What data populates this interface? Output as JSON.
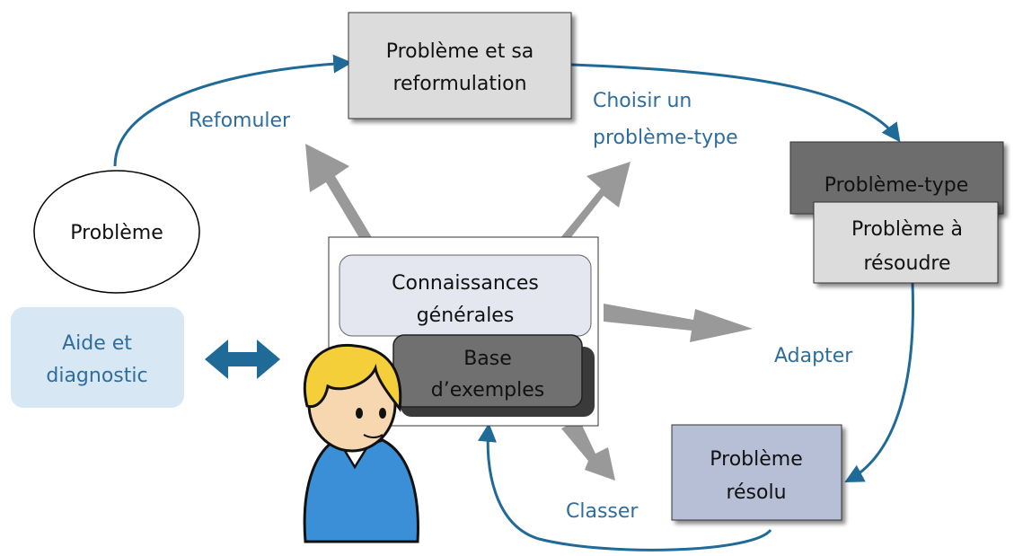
{
  "diagram": {
    "nodes": {
      "probleme": "Problème",
      "reformulation_line1": "Problème et sa",
      "reformulation_line2": "reformulation",
      "probleme_type": "Problème-type",
      "a_resoudre_line1": "Problème à",
      "a_resoudre_line2": "résoudre",
      "resolu_line1": "Problème",
      "resolu_line2": "résolu",
      "connaissances_line1": "Connaissances",
      "connaissances_line2": "générales",
      "base_line1": "Base",
      "base_line2": "d’exemples",
      "aide_line1": "Aide et",
      "aide_line2": "diagnostic"
    },
    "edge_labels": {
      "refomuler": "Refomuler",
      "choisir_line1": "Choisir un",
      "choisir_line2": "problème-type",
      "adapter": "Adapter",
      "classer": "Classer"
    },
    "colors": {
      "arrow_blue": "#1f6a96",
      "label_blue": "#2f6d9c",
      "gray_arrow": "#999999",
      "light_box": "#dcdcdc",
      "dark_box": "#6d6d6d",
      "resolu_box": "#b7bfd6",
      "aide_bg": "#d8e7f4",
      "connaissances_bg": "#e4e6f0",
      "base_bg": "#707070"
    }
  }
}
